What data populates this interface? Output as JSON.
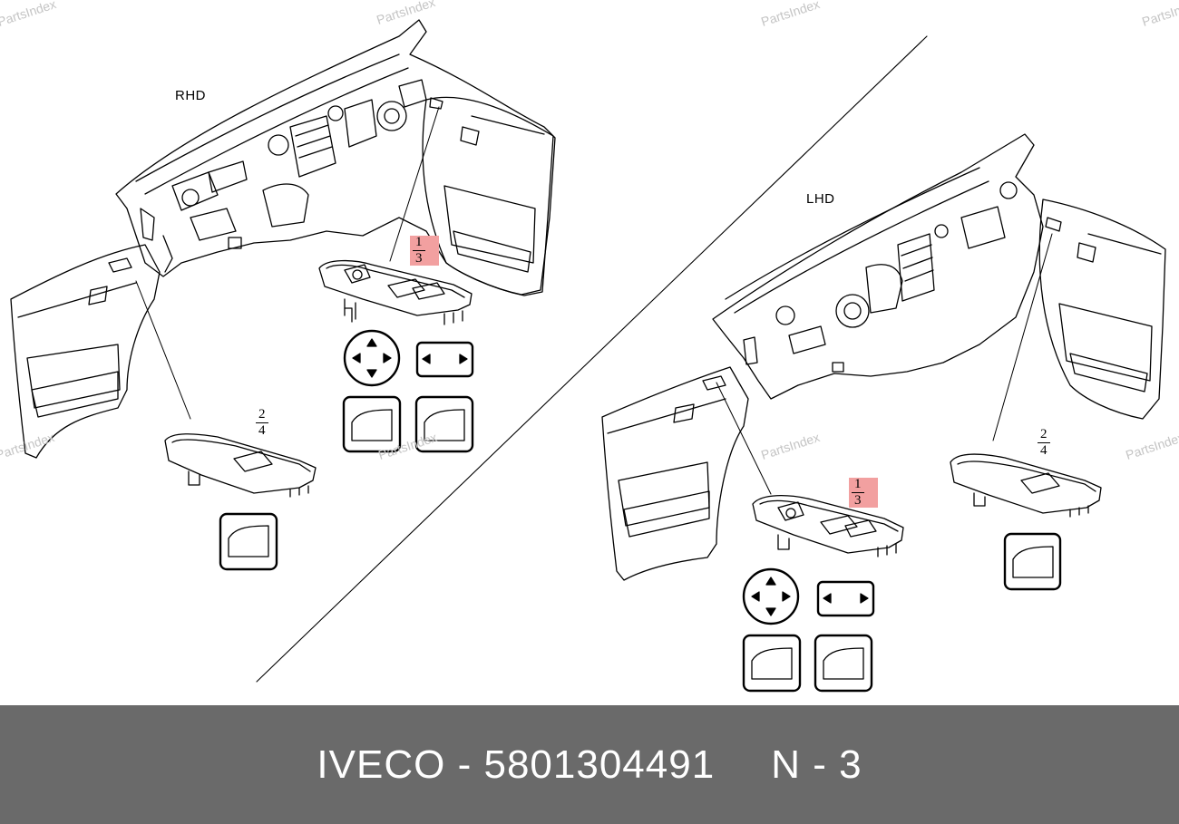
{
  "watermark": "PartsIndex",
  "diagram": {
    "left_section_label": "RHD",
    "right_section_label": "LHD",
    "callouts": [
      {
        "top": "1",
        "bottom": "3",
        "highlighted": true
      },
      {
        "top": "2",
        "bottom": "4",
        "highlighted": false
      },
      {
        "top": "1",
        "bottom": "3",
        "highlighted": true
      },
      {
        "top": "2",
        "bottom": "4",
        "highlighted": false
      }
    ]
  },
  "footer": {
    "brand": "IVECO",
    "separator": "-",
    "part_number": "5801304491",
    "ref_label": "N",
    "ref_number": "3"
  }
}
